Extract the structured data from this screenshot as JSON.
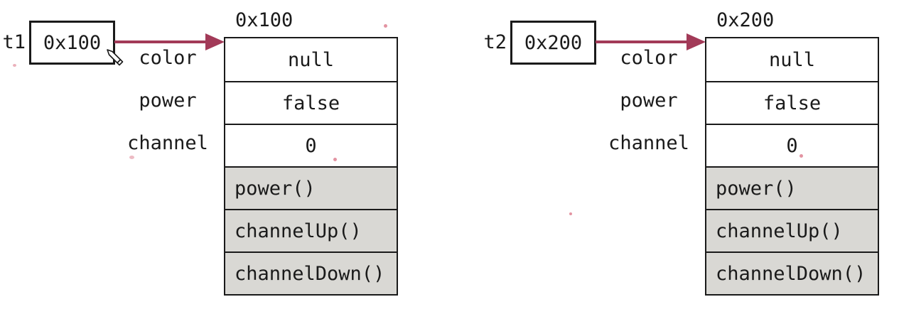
{
  "colors": {
    "arrow": "#a23a58",
    "method_bg": "#d9d8d4",
    "border": "#1a1a1a",
    "pen_mark": "#cc3d55"
  },
  "diagrams": [
    {
      "var_name": "t1",
      "var_value": "0x100",
      "address_label": "0x100",
      "fields": [
        {
          "label": "color",
          "value": "null"
        },
        {
          "label": "power",
          "value": "false"
        },
        {
          "label": "channel",
          "value": "0"
        }
      ],
      "methods": [
        "power()",
        "channelUp()",
        "channelDown()"
      ]
    },
    {
      "var_name": "t2",
      "var_value": "0x200",
      "address_label": "0x200",
      "fields": [
        {
          "label": "color",
          "value": "null"
        },
        {
          "label": "power",
          "value": "false"
        },
        {
          "label": "channel",
          "value": "0"
        }
      ],
      "methods": [
        "power()",
        "channelUp()",
        "channelDown()"
      ]
    }
  ]
}
